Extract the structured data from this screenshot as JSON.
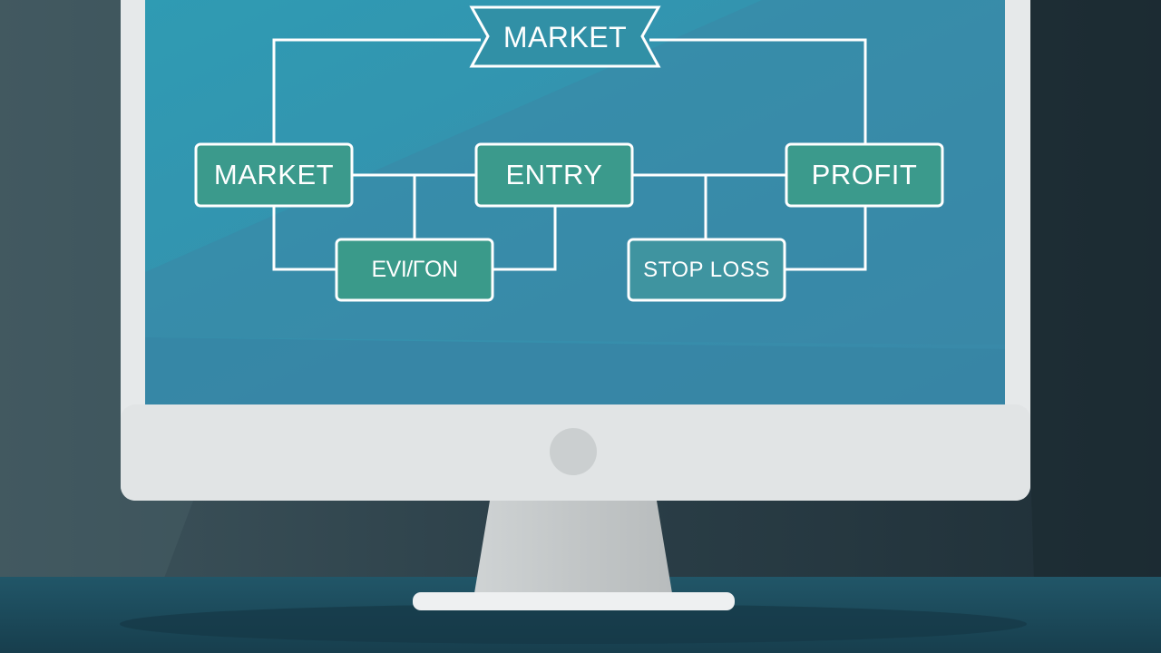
{
  "diagram": {
    "title": "MARKET",
    "nodes": {
      "market": "MARKET",
      "entry": "ENTRY",
      "profit": "PROFIT",
      "evtcon": "EVΙ/ΓΟΝ",
      "stop_loss": "STOP LOSS"
    }
  },
  "colors": {
    "background": "#2e4049",
    "screen": "#3392ac",
    "node_fill": "#3b9a8c",
    "node_fill_light": "#3f94a0",
    "connector": "#ffffff",
    "monitor_bezel": "#e6e9ea",
    "desk": "#1f4f61"
  }
}
